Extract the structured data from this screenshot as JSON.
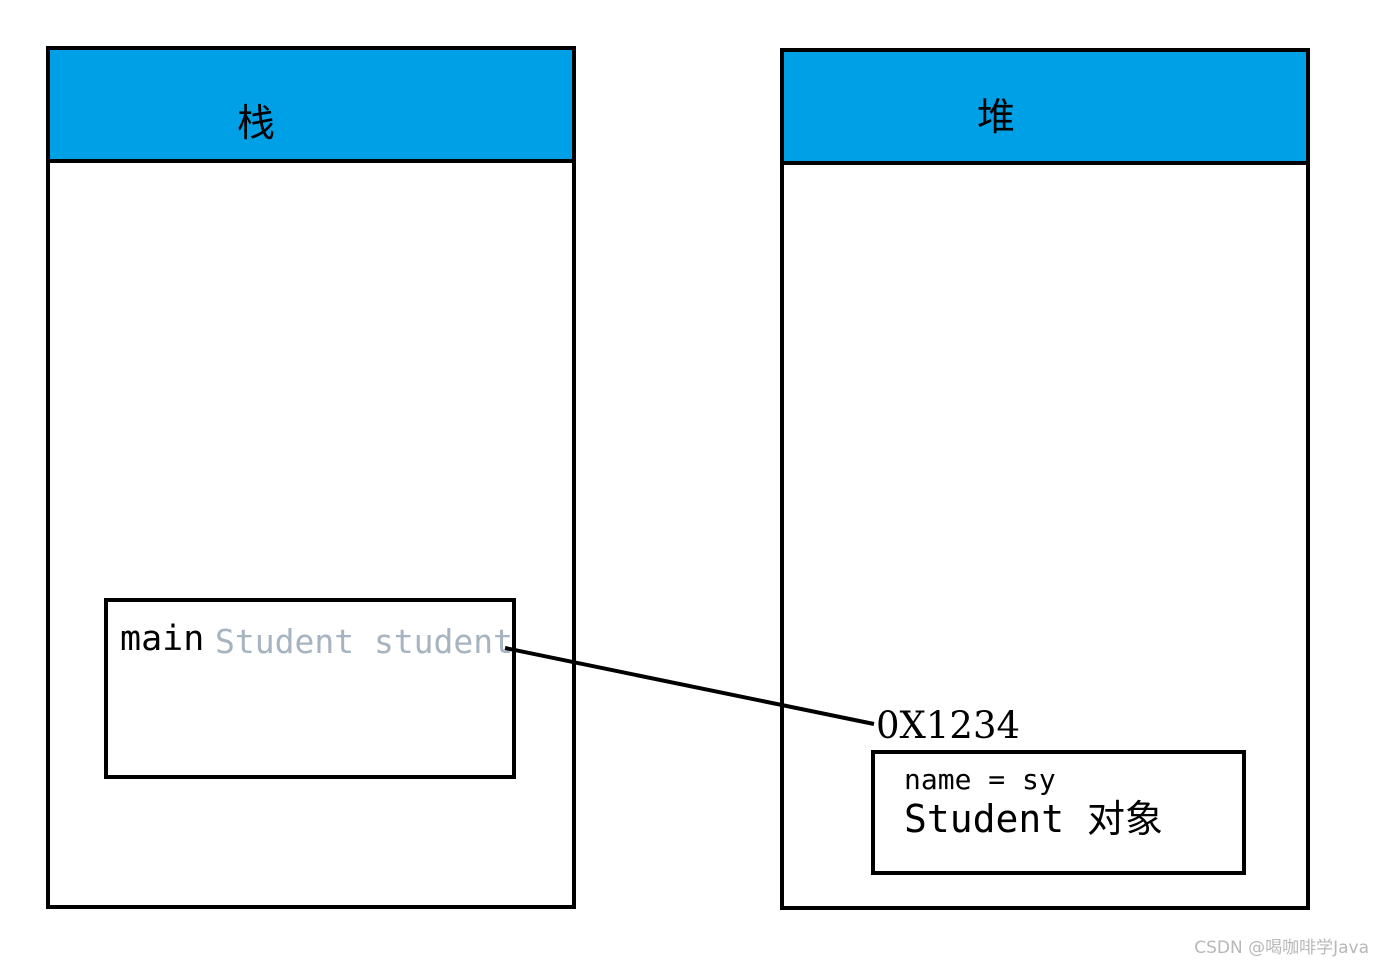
{
  "stack": {
    "title": "栈"
  },
  "heap": {
    "title": "堆"
  },
  "main_frame": {
    "label": "main",
    "variable": "Student student"
  },
  "object": {
    "address": "0X1234",
    "field": "name = sy",
    "label": "Student 对象"
  },
  "watermark": "CSDN @喝咖啡学Java",
  "colors": {
    "header": "#00a0e6",
    "variable_text": "#a7b3c1"
  }
}
